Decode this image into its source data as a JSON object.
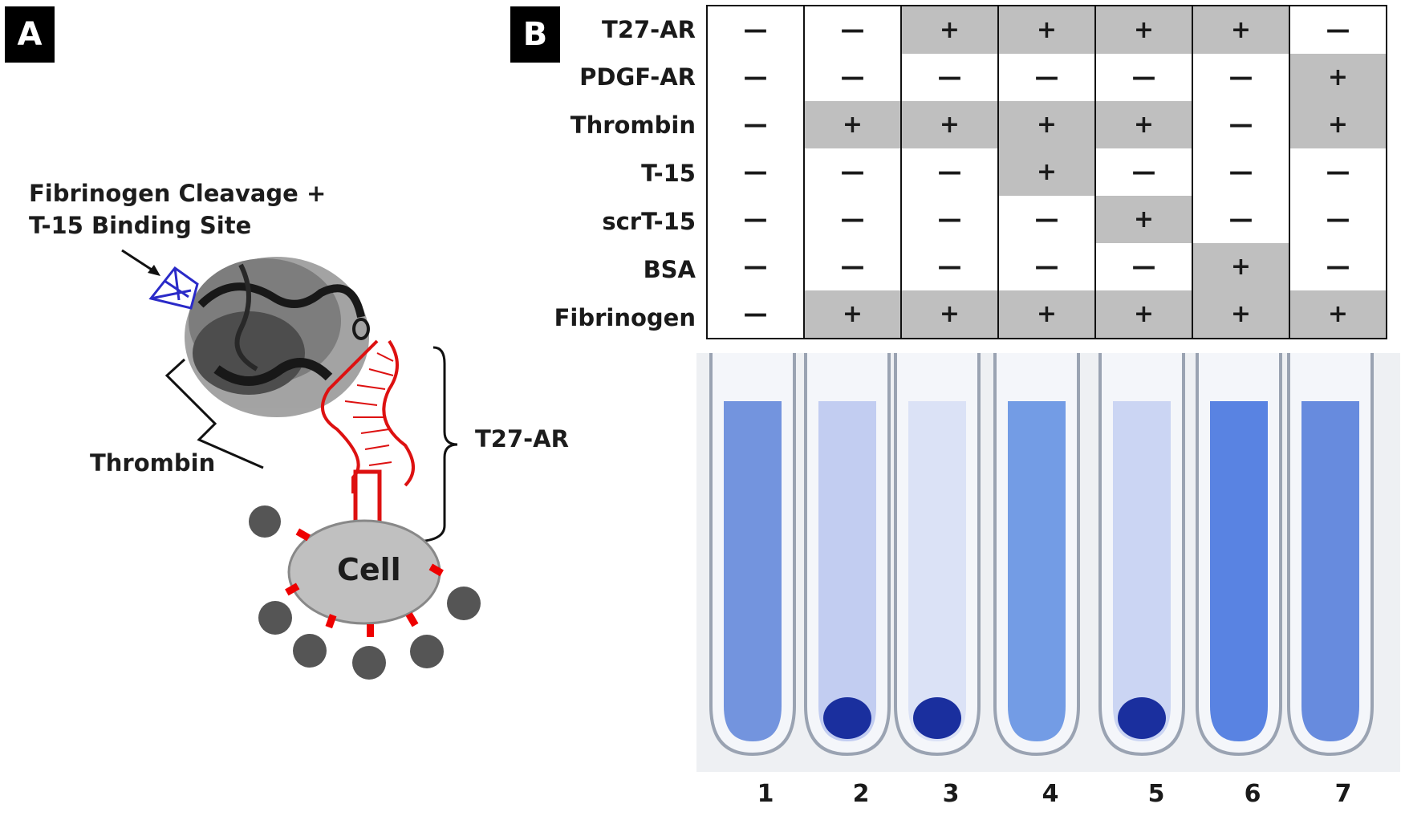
{
  "panel_a": {
    "badge": "A",
    "site_label_line1": "Fibrinogen Cleavage +",
    "site_label_line2": "T-15 Binding Site",
    "thrombin_label": "Thrombin",
    "aptamer_label": "T27-AR",
    "cell_label": "Cell"
  },
  "panel_b": {
    "badge": "B",
    "rows": [
      {
        "label": "T27-AR",
        "cells": [
          "—",
          "—",
          "+",
          "+",
          "+",
          "+",
          "—"
        ]
      },
      {
        "label": "PDGF-AR",
        "cells": [
          "—",
          "—",
          "—",
          "—",
          "—",
          "—",
          "+"
        ]
      },
      {
        "label": "Thrombin",
        "cells": [
          "—",
          "+",
          "+",
          "+",
          "+",
          "—",
          "+"
        ]
      },
      {
        "label": "T-15",
        "cells": [
          "—",
          "—",
          "—",
          "+",
          "—",
          "—",
          "—"
        ]
      },
      {
        "label": "scrT-15",
        "cells": [
          "—",
          "—",
          "—",
          "—",
          "+",
          "—",
          "—"
        ]
      },
      {
        "label": "BSA",
        "cells": [
          "—",
          "—",
          "—",
          "—",
          "—",
          "+",
          "—"
        ]
      },
      {
        "label": "Fibrinogen",
        "cells": [
          "—",
          "+",
          "+",
          "+",
          "+",
          "+",
          "+"
        ]
      }
    ],
    "tube_numbers": [
      "1",
      "2",
      "3",
      "4",
      "5",
      "6",
      "7"
    ]
  }
}
